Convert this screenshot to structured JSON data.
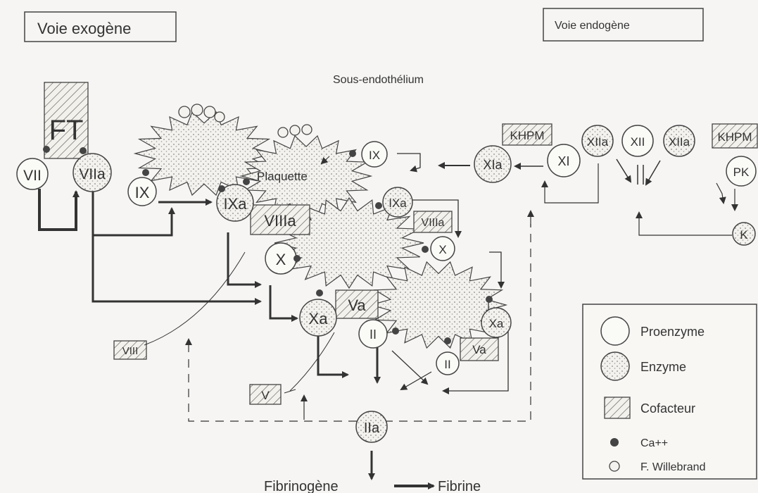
{
  "headers": {
    "exogenous": "Voie exogène",
    "endogenous": "Voie endogène"
  },
  "subendothelium": "Sous-endothélium",
  "factors": {
    "FT": "FT",
    "VII": "VII",
    "VIIa": "VIIa",
    "IX_left": "IX",
    "IXa_left": "IXa",
    "IX_top": "IX",
    "IXa_mid": "IXa",
    "VIIIa_left": "VIIIa",
    "VIIIa_right": "VIIIa",
    "X_left": "X",
    "X_right": "X",
    "Xa_left": "Xa",
    "Xa_right": "Xa",
    "Va_left": "Va",
    "Va_right": "Va",
    "II_mid": "II",
    "II_right": "II",
    "IIa": "IIa",
    "VIII_box": "VIII",
    "V_box": "V",
    "KHPM_1": "KHPM",
    "KHPM_2": "KHPM",
    "XIa": "XIa",
    "XI": "XI",
    "XIIa_1": "XIIa",
    "XII": "XII",
    "XIIa_2": "XIIa",
    "PK": "PK",
    "K": "K",
    "plaquette": "Plaquette"
  },
  "bottom": {
    "fibrinogen": "Fibrinogène",
    "fibrin": "Fibrine"
  },
  "legend": {
    "proenzyme": "Proenzyme",
    "enzyme": "Enzyme",
    "cofactor": "Cofacteur",
    "calcium": "Ca++",
    "willebrand": "F. Willebrand"
  },
  "colors": {
    "ink": "#333333",
    "paper": "#f6f5f3",
    "dot": "#444444"
  }
}
